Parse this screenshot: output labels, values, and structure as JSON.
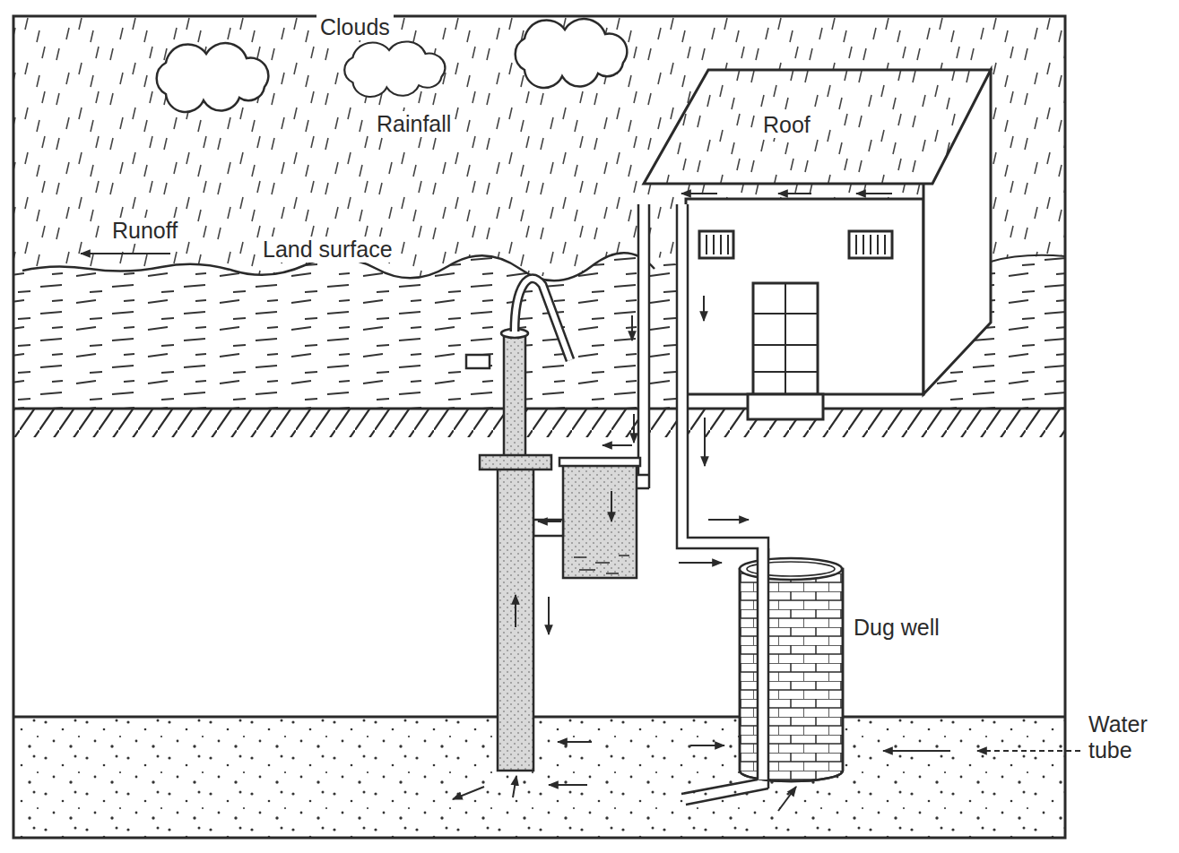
{
  "diagram": {
    "nodes": [
      {
        "text": [
          "Roof"
        ]
      }
    ],
    "labels": [
      "Clouds",
      "Rainfall",
      "Runoff",
      "Land surface",
      "Dug well",
      "Water tube"
    ]
  }
}
